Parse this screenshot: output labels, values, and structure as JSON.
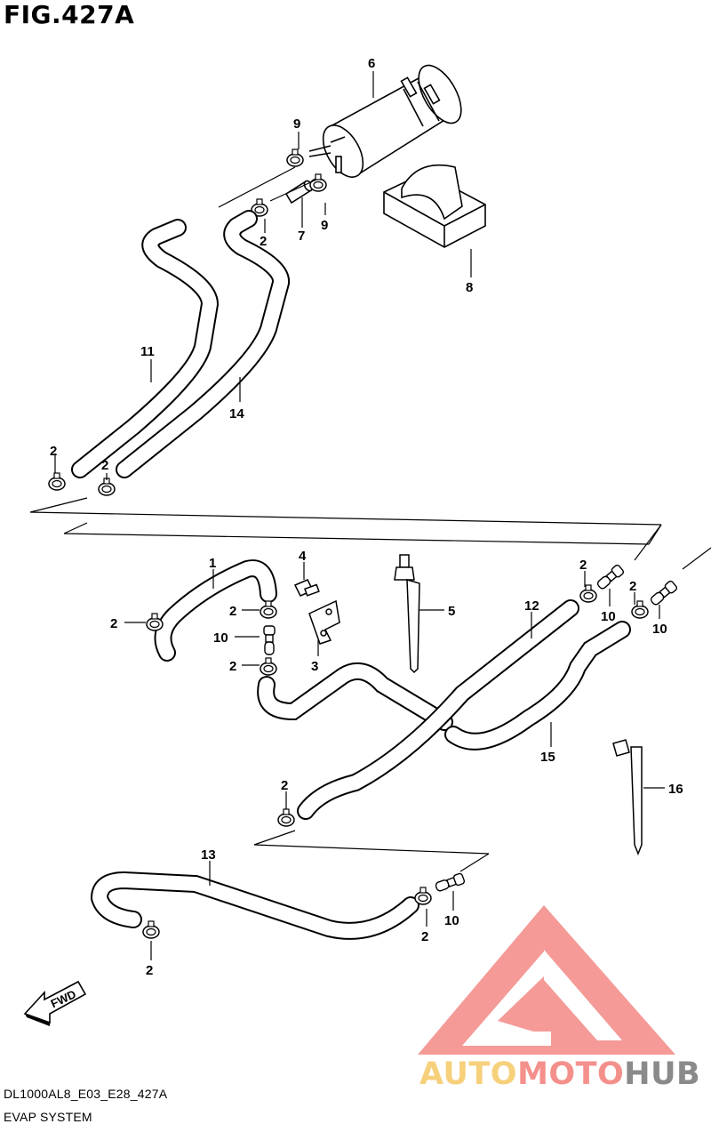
{
  "figure": {
    "title": "FIG.427A"
  },
  "footer": {
    "code": "DL1000AL8_E03_E28_427A",
    "system": "EVAP SYSTEM"
  },
  "watermark": {
    "parts": [
      "AUTO",
      "MOTO",
      "HUB"
    ],
    "colors": {
      "auto": "#f6d07a",
      "moto": "#f4908c",
      "hub": "#8a8a8a",
      "logo": "#f4908c"
    }
  },
  "direction_arrow": {
    "label": "FWD"
  },
  "callouts": [
    "1",
    "2",
    "3",
    "4",
    "5",
    "6",
    "7",
    "8",
    "9",
    "10",
    "11",
    "12",
    "13",
    "14",
    "15",
    "16"
  ],
  "labels": {
    "l6": "6",
    "l9a": "9",
    "l9b": "9",
    "l7": "7",
    "l2a": "2",
    "l8": "8",
    "l11": "11",
    "l14": "14",
    "l2b": "2",
    "l2c": "2",
    "l1": "1",
    "l4": "4",
    "l5": "5",
    "l12": "12",
    "l2d": "2",
    "l10a": "10",
    "l2e": "2",
    "l10b": "10",
    "l2f": "2",
    "l2g": "2",
    "l10c": "10",
    "l2h": "2",
    "l3": "3",
    "l15": "15",
    "l16": "16",
    "l2i": "2",
    "l13": "13",
    "l2j": "2",
    "l10d": "10",
    "l2k": "2"
  }
}
